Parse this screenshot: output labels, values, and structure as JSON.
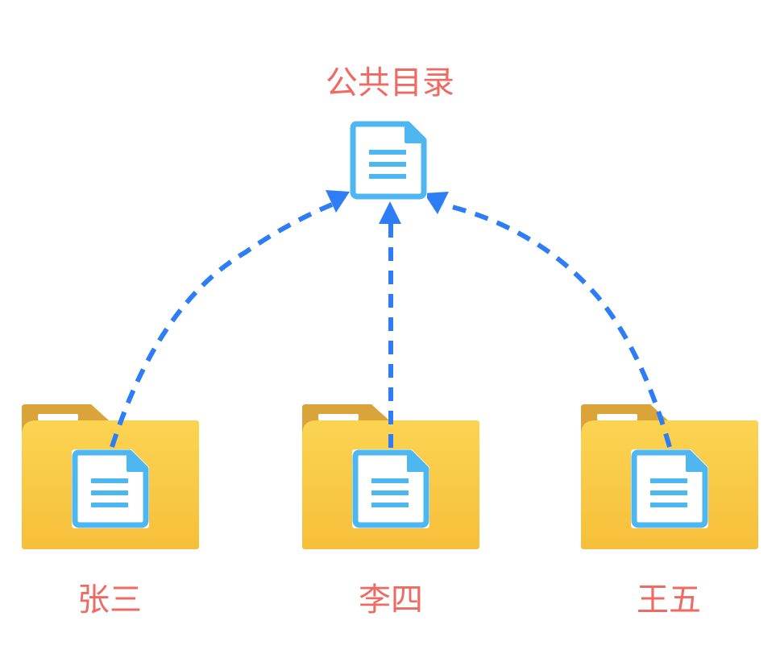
{
  "diagram": {
    "shared_directory": {
      "label": "公共目录",
      "icon": "document-icon"
    },
    "users": [
      {
        "label": "张三",
        "icon": "folder-icon"
      },
      {
        "label": "李四",
        "icon": "folder-icon"
      },
      {
        "label": "王五",
        "icon": "folder-icon"
      }
    ],
    "arrow_style": "dashed",
    "colors": {
      "label": "#ee6a62",
      "arrow": "#2f7df5",
      "document_stroke": "#4fb7ef",
      "folder_body": "#f9c940",
      "folder_tab": "#dba43a"
    }
  }
}
